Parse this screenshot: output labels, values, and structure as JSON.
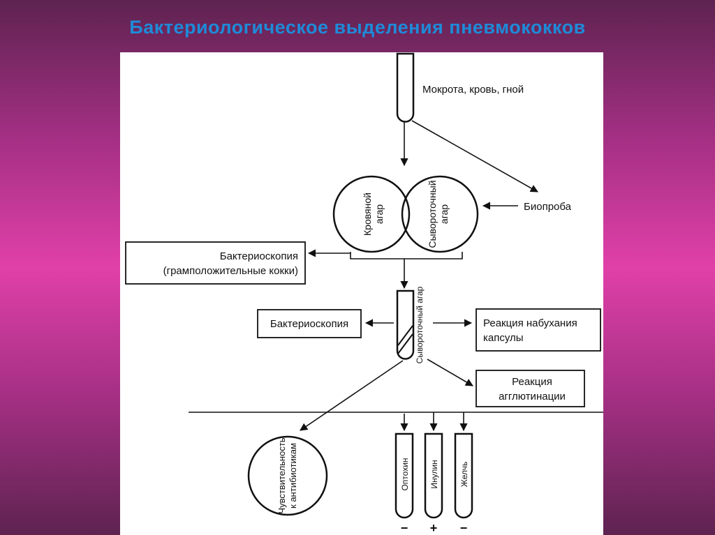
{
  "slide": {
    "title": "Бактериологическое выделения пневмококков"
  },
  "diagram": {
    "specimen": "Мокрота,  кровь,  гной",
    "blood_agar": [
      "Кровяной",
      "агар"
    ],
    "serum_agar_plate": [
      "Сывороточный",
      "агар"
    ],
    "bioassay": "Биопроба",
    "bacterioscopy_1": [
      "Бактериоскопия",
      "(грамположительные кокки)"
    ],
    "serum_agar_tube": "Сывороточный агар",
    "bacterioscopy_2": "Бактериоскопия",
    "capsule_swelling": [
      "Реакция набухания",
      "капсулы"
    ],
    "agglutination": [
      "Реакция",
      "агглютинации"
    ],
    "antibiotic_sensitivity": [
      "Чувствительность",
      "к антибиотикам"
    ],
    "tubes": [
      {
        "label": "Оптохин",
        "sign": "−"
      },
      {
        "label": "Инулин",
        "sign": "+"
      },
      {
        "label": "Желчь",
        "sign": "−"
      }
    ]
  }
}
